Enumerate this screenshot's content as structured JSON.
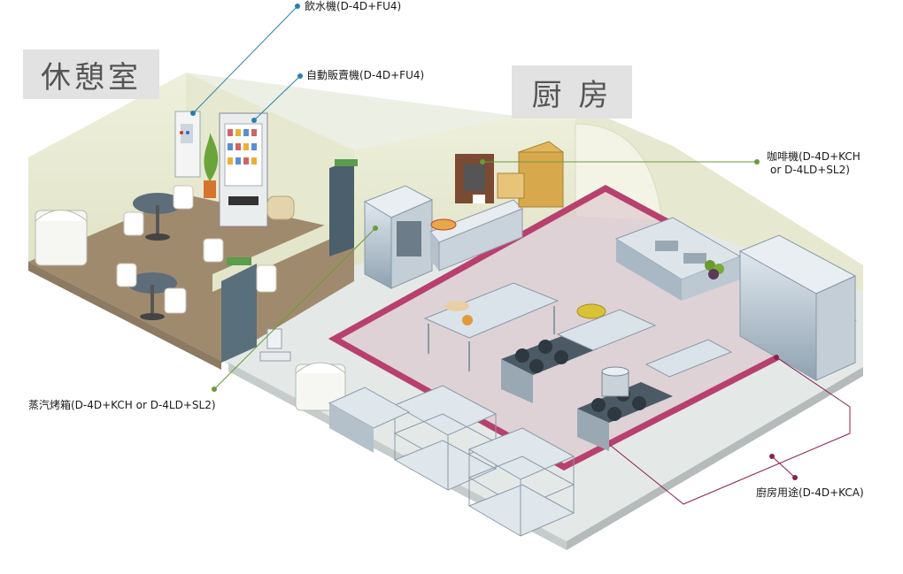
{
  "rooms": {
    "rest": "休憩室",
    "kitchen": "厨 房"
  },
  "callouts": {
    "water_dispenser": "飲水機(D-4D+FU4)",
    "vending_machine": "自動販賣機(D-4D+FU4)",
    "coffee_machine_line1": "咖啡機(D-4D+KCH",
    "coffee_machine_line2": "or D-4LD+SL2)",
    "steam_oven": "蒸汽烤箱(D-4D+KCH or D-4LD+SL2)",
    "kitchen_use": "廚房用途(D-4D+KCA)"
  },
  "colors": {
    "callout_blue": "#2a7fa8",
    "callout_green": "#6a9a3a",
    "callout_magenta": "#8a2050",
    "kitchen_zone": "#b8406e",
    "rest_floor": "#a08a6e",
    "kitchen_floor": "#dfe6e6",
    "wall": "#e9ecd6",
    "steel": "#a9b8c4"
  }
}
